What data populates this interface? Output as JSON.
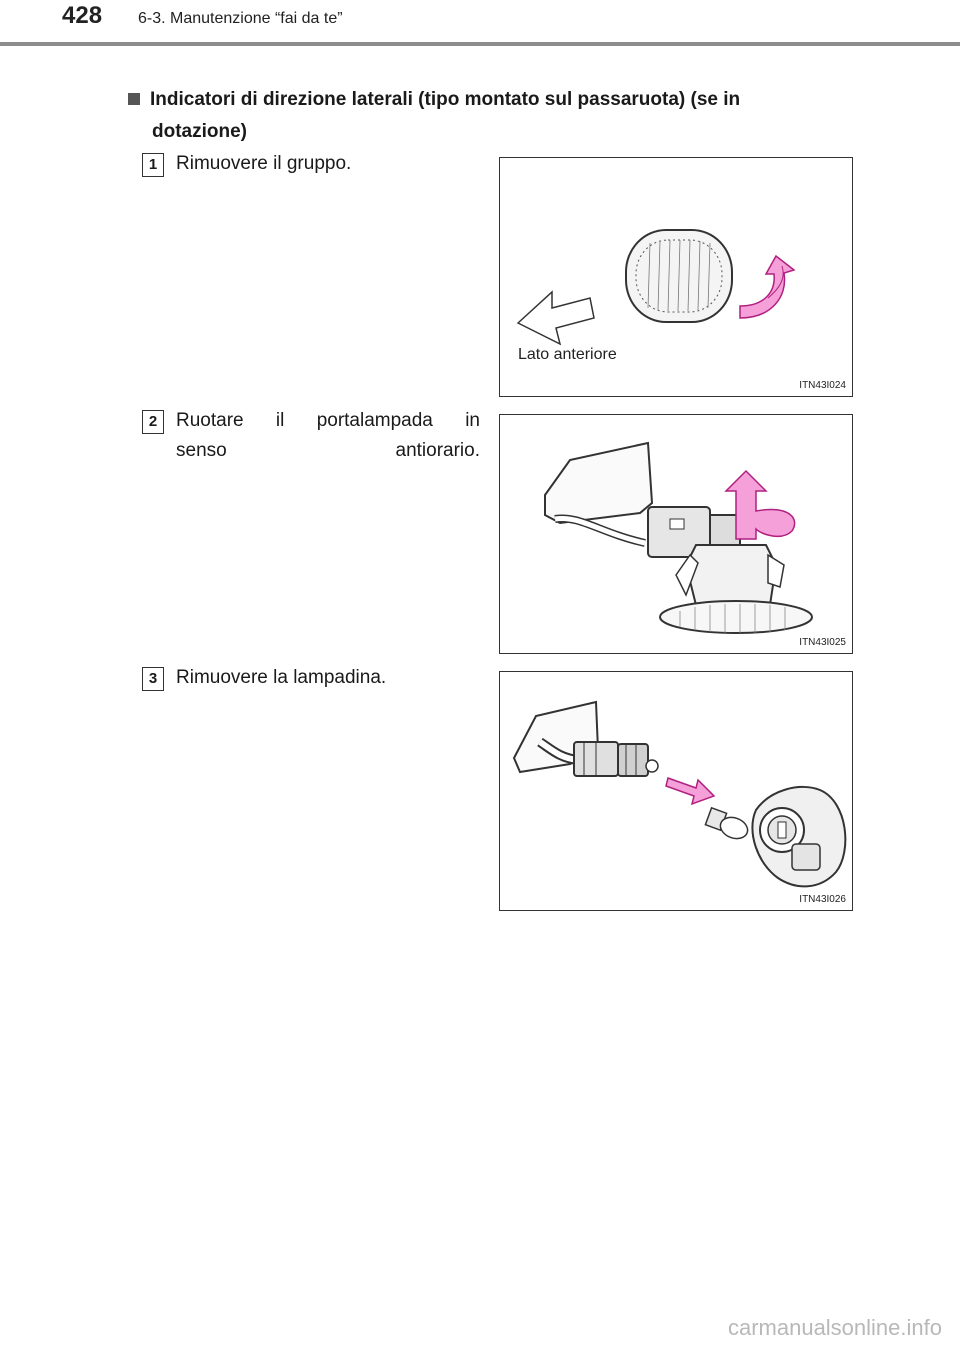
{
  "header": {
    "page_number": "428",
    "section_title": "6-3. Manutenzione “fai da te”"
  },
  "heading": {
    "line1": "Indicatori di direzione laterali (tipo montato sul passaruota) (se in",
    "line2": "dotazione)"
  },
  "steps": [
    {
      "number": "1",
      "text": "Rimuovere il gruppo.",
      "figure_caption": "ITN43I024",
      "figure_label": "Lato anteriore"
    },
    {
      "number": "2",
      "text_line1": "Ruotare il portalampada in",
      "text_line2": "senso antiorario.",
      "figure_caption": "ITN43I025"
    },
    {
      "number": "3",
      "text": "Rimuovere la lampadina.",
      "figure_caption": "ITN43I026"
    }
  ],
  "footer": {
    "watermark": "carmanualsonline.info"
  },
  "colors": {
    "accent_pink": "#f5a0d8",
    "arrow_outline": "#b02080",
    "rule": "#8c8c8c"
  },
  "icons": {
    "bullet": "square-bullet-icon"
  }
}
